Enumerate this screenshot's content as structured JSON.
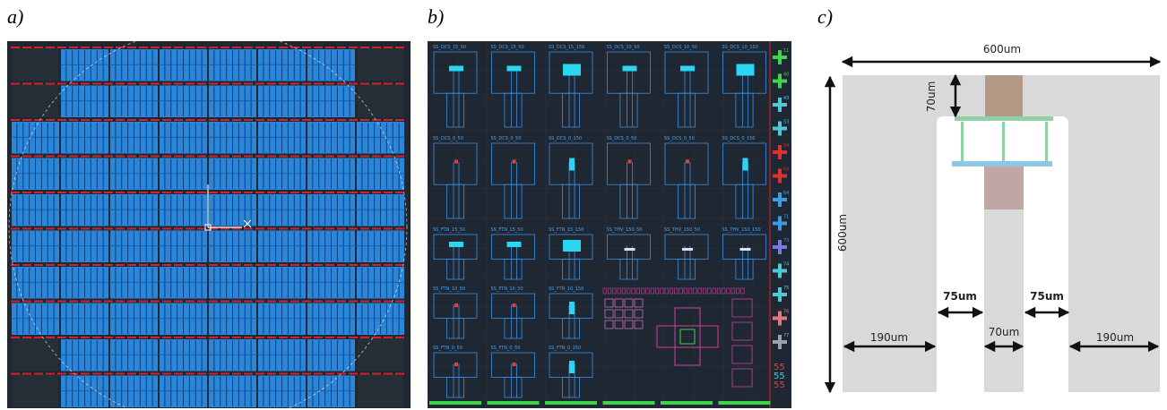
{
  "figure": {
    "panel_labels": [
      "a)",
      "b)",
      "c)"
    ]
  },
  "panel_b": {
    "tiles": [
      {
        "label": "SS_DCS_15_50",
        "row": 0,
        "col": 0,
        "pad": "small"
      },
      {
        "label": "SS_DCS_15_50",
        "row": 0,
        "col": 1,
        "pad": "small"
      },
      {
        "label": "SS_DCS_15_150",
        "row": 0,
        "col": 2,
        "pad": "large"
      },
      {
        "label": "SS_DCS_10_50",
        "row": 0,
        "col": 3,
        "pad": "small"
      },
      {
        "label": "SS_DCS_10_50",
        "row": 0,
        "col": 4,
        "pad": "small"
      },
      {
        "label": "SS_DCS_10_150",
        "row": 0,
        "col": 5,
        "pad": "large"
      },
      {
        "label": "SS_DCS_0_50",
        "row": 1,
        "col": 0,
        "pad": "red"
      },
      {
        "label": "SS_DCS_0_50",
        "row": 1,
        "col": 1,
        "pad": "red"
      },
      {
        "label": "SS_DCS_0_150",
        "row": 1,
        "col": 2,
        "pad": "bar"
      },
      {
        "label": "SS_DCS_0_50",
        "row": 1,
        "col": 3,
        "pad": "red"
      },
      {
        "label": "SS_DCS_0_50",
        "row": 1,
        "col": 4,
        "pad": "red"
      },
      {
        "label": "SS_DCS_0_150",
        "row": 1,
        "col": 5,
        "pad": "bar"
      },
      {
        "label": "SS_FTN_15_50",
        "row": 2,
        "col": 0,
        "pad": "small"
      },
      {
        "label": "SS_FTN_15_50",
        "row": 2,
        "col": 1,
        "pad": "small"
      },
      {
        "label": "SS_FTN_15_150",
        "row": 2,
        "col": 2,
        "pad": "large"
      },
      {
        "label": "SS_THV_150_50",
        "row": 2,
        "col": 3,
        "pad": "thv"
      },
      {
        "label": "SS_THV_150_50",
        "row": 2,
        "col": 4,
        "pad": "thv"
      },
      {
        "label": "SS_THV_150_150",
        "row": 2,
        "col": 5,
        "pad": "thv"
      },
      {
        "label": "SS_FTN_10_50",
        "row": 3,
        "col": 0,
        "pad": "red"
      },
      {
        "label": "SS_FTN_10_50",
        "row": 3,
        "col": 1,
        "pad": "red"
      },
      {
        "label": "SS_FTN_10_150",
        "row": 3,
        "col": 2,
        "pad": "bar"
      },
      {
        "label": "SS_FTN_0_50",
        "row": 4,
        "col": 0,
        "pad": "red"
      },
      {
        "label": "SS_FTN_0_50",
        "row": 4,
        "col": 1,
        "pad": "red"
      },
      {
        "label": "SS_FTN_0_150",
        "row": 4,
        "col": 2,
        "pad": "bar"
      }
    ],
    "side_marks": [
      "11",
      "40",
      "43",
      "53",
      "54",
      "63",
      "64",
      "71",
      "73",
      "74",
      "75",
      "76",
      "77"
    ],
    "bottom_marks": [
      "55",
      "55",
      "55"
    ]
  },
  "panel_c": {
    "dimensions": {
      "width_top": "600um",
      "height_left": "600um",
      "pad_height": "70um",
      "gap_left": "75um",
      "gap_right": "75um",
      "center_width": "70um",
      "outer_left": "190um",
      "outer_right": "190um"
    },
    "colors": {
      "background": "#d9d9d9",
      "pad_top": "#b49a86",
      "pad_bottom": "#bfa8a3",
      "green_bar": "#8fd0a5",
      "blue_bar": "#8cc8e3"
    }
  },
  "colors": {
    "layout_bg": "#1f2733",
    "layout_blue": "#2a86d8",
    "layout_red": "#d8202a",
    "layout_line": "#3a8fe0"
  }
}
